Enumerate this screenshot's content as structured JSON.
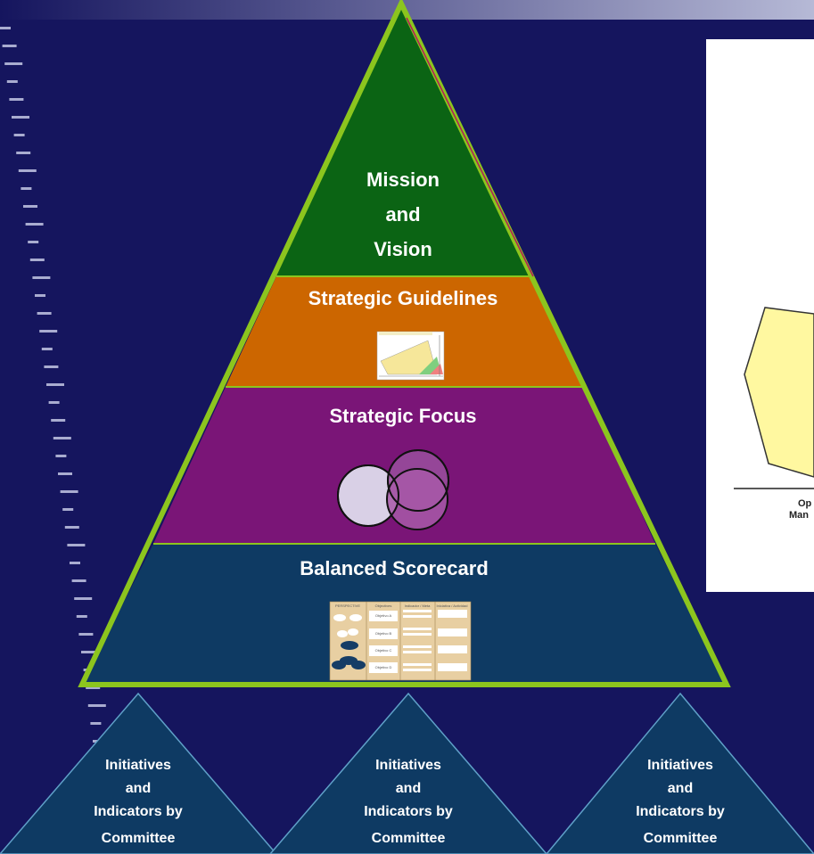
{
  "pyramid": {
    "levels": [
      {
        "id": "mission",
        "lines": [
          "Mission",
          "and",
          "Vision"
        ],
        "color": "#0b6414"
      },
      {
        "id": "guidelines",
        "lines": [
          "Strategic Guidelines"
        ],
        "color": "#cc6600"
      },
      {
        "id": "focus",
        "lines": [
          "Strategic Focus"
        ],
        "color": "#7a1577"
      },
      {
        "id": "bsc",
        "lines": [
          "Balanced Scorecard"
        ],
        "color": "#0e3a63"
      }
    ],
    "outline_color": "#8cc51e"
  },
  "sub_triangles": [
    {
      "lines": [
        "Initiatives",
        "and",
        "Indicators by",
        "Committee"
      ]
    },
    {
      "lines": [
        "Initiatives",
        "and",
        "Indicators by",
        "Committee"
      ]
    },
    {
      "lines": [
        "Initiatives",
        "and",
        "Indicators by",
        "Committee"
      ]
    }
  ],
  "right_panel": {
    "caption_lines": [
      "Op",
      "Man"
    ]
  },
  "bsc_thumbnail": {
    "headers": [
      "PERSPECTIVE",
      "Objectives",
      "Indicador / Meta",
      "Iniciativa / Actividad"
    ],
    "objectives": [
      "Objetivo A",
      "Objetivo B",
      "Objetivo C",
      "Objetivo D"
    ]
  },
  "colors": {
    "background": "#15155e",
    "sub_triangle_fill": "#0e3a63"
  }
}
